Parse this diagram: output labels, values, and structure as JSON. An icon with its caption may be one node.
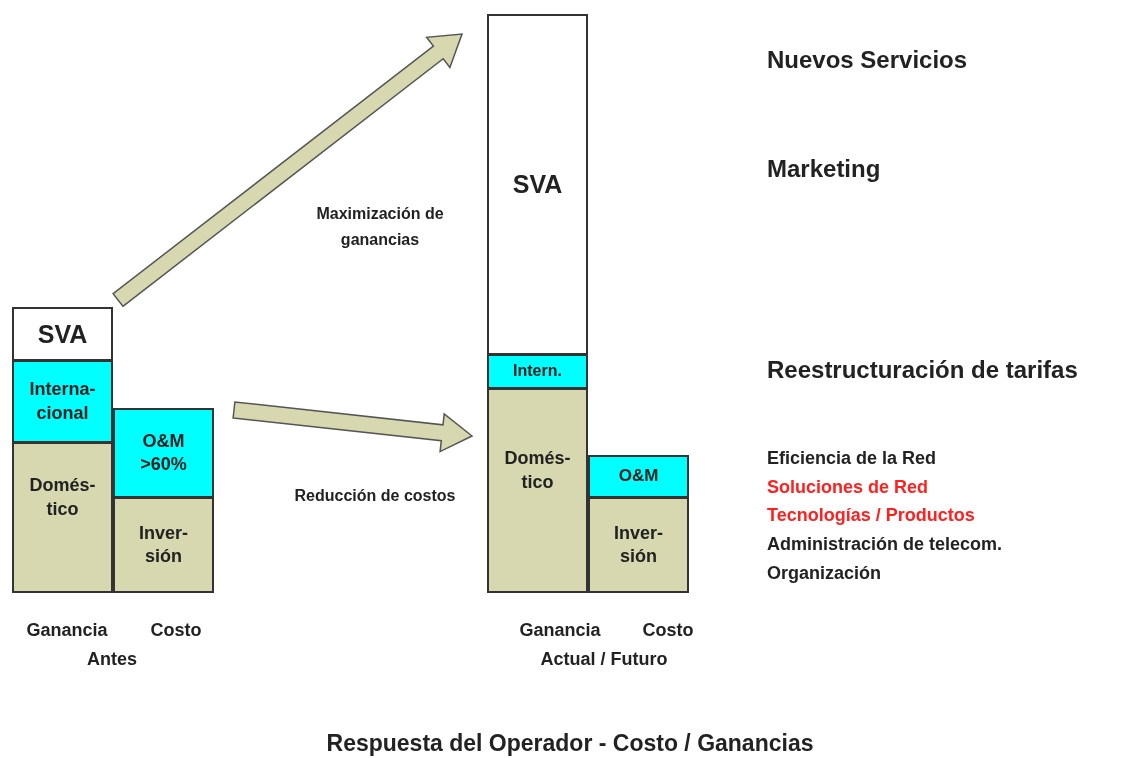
{
  "diagram": {
    "caption": "Respuesta del Operador - Costo / Ganancias",
    "nodes": [
      {
        "text": [
          "SVA"
        ]
      },
      {
        "text": [
          "Interna- cional"
        ]
      },
      {
        "text": [
          "Domés- tico"
        ]
      },
      {
        "text": [
          "O&M >60%"
        ]
      },
      {
        "text": [
          "Inver- sión"
        ]
      },
      {
        "text": [
          "SVA"
        ]
      },
      {
        "text": [
          "Intern."
        ]
      },
      {
        "text": [
          "Domés- tico"
        ]
      },
      {
        "text": [
          "O&M"
        ]
      },
      {
        "text": [
          "Inver- sión"
        ]
      }
    ],
    "edges": [
      {
        "from": 0,
        "to": 5,
        "arrow": "to",
        "label": "Maximización de ganancias"
      },
      {
        "from": 3,
        "to": 7,
        "arrow": "to",
        "label": "Reducción de costos"
      }
    ],
    "labels": [
      "Nuevos Servicios",
      "Marketing",
      "Reestructuración de tarifas",
      "Eficiencia de la Red",
      "Soluciones de Red",
      "Tecnologías / Productos",
      "Administración de telecom.",
      "Organización",
      "Ganancia",
      "Costo",
      "Antes",
      "Ganancia",
      "Costo",
      "Actual / Futuro"
    ]
  }
}
